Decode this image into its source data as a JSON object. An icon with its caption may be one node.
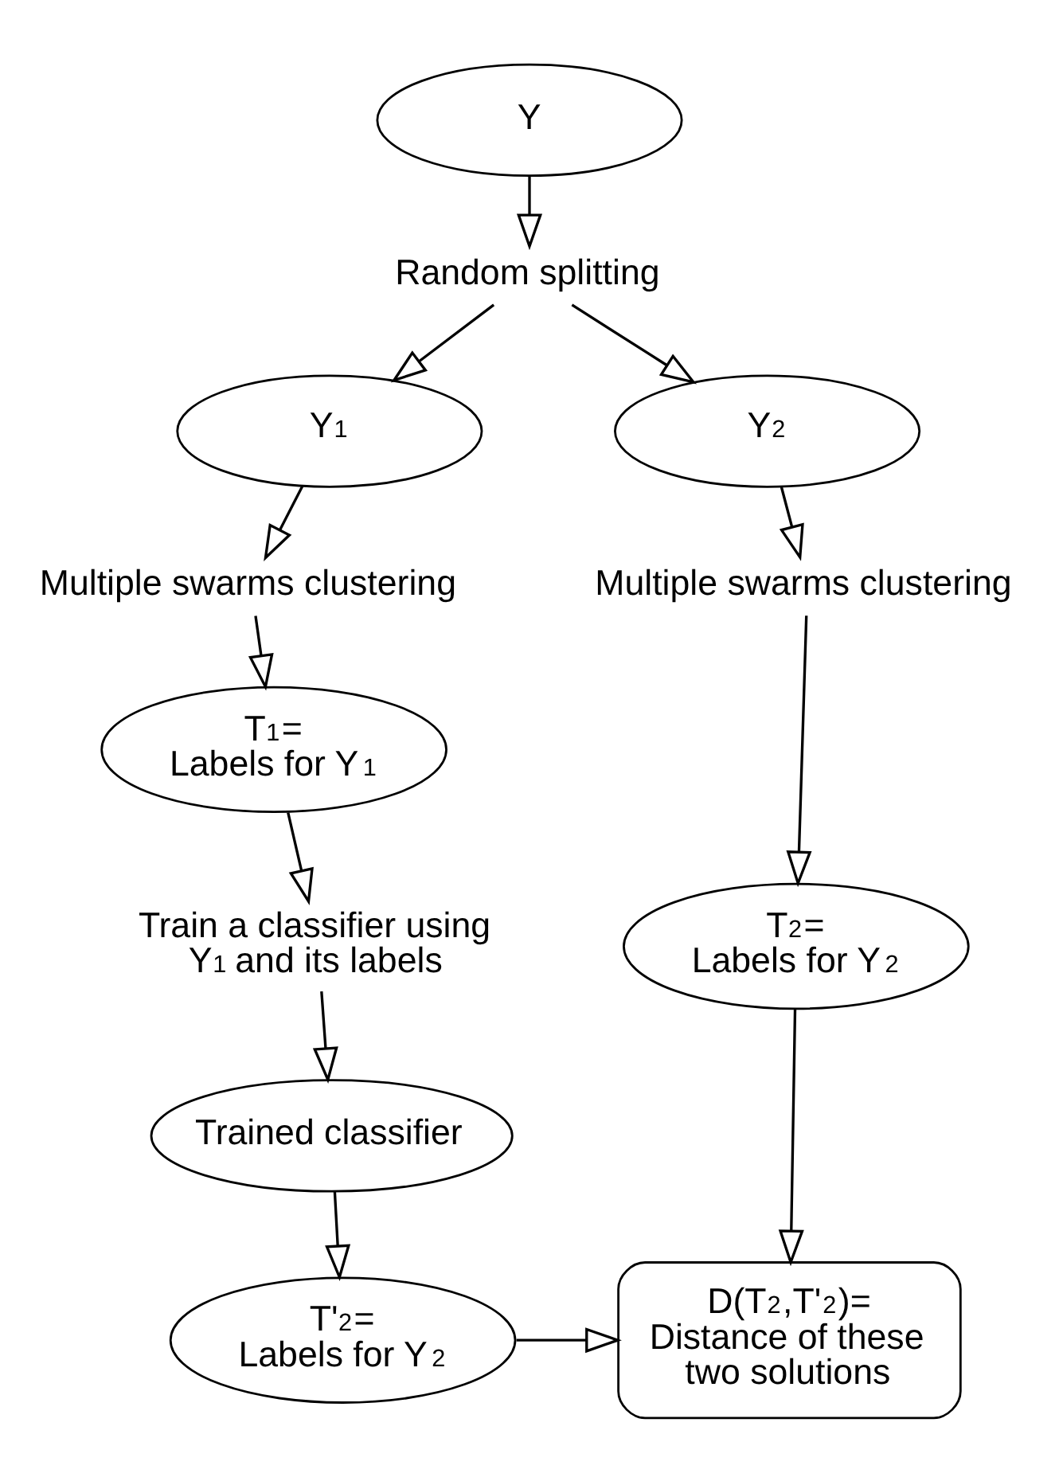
{
  "diagram": {
    "nodes": [
      {
        "text": [
          "Y"
        ]
      },
      {
        "text": [
          "Random splitting"
        ]
      },
      {
        "text": [
          "Y$_{1}$"
        ]
      },
      {
        "text": [
          "Y$_{2}$"
        ]
      },
      {
        "text": [
          "Multiple swarms clustering"
        ]
      },
      {
        "text": [
          "T$_{1}$= Labels for Y$_{1}$"
        ]
      },
      {
        "text": [
          "Multiple swarms clustering"
        ]
      },
      {
        "text": [
          "Train a classifier using Y$_{1}$ and its labels"
        ]
      },
      {
        "text": [
          "T$_{2}$= Labels for Y$_{2}$"
        ]
      },
      {
        "text": [
          "Trained classifier"
        ]
      },
      {
        "text": [
          "D(T$_{2}$,T'$_{2}$)= Distance of these two solutions"
        ]
      },
      {
        "text": [
          "T'$_{2}$= Labels for Y$_{2}$"
        ]
      }
    ],
    "edges": [
      {
        "from": 0,
        "to": 1,
        "arrow": "to"
      },
      {
        "from": 1,
        "to": 2,
        "arrow": "to"
      },
      {
        "from": 1,
        "to": 3,
        "arrow": "to"
      },
      {
        "from": 2,
        "to": 4,
        "arrow": "to"
      },
      {
        "from": 4,
        "to": 5,
        "arrow": "to"
      },
      {
        "from": 5,
        "to": 7,
        "arrow": "to"
      },
      {
        "from": 7,
        "to": 9,
        "arrow": "to"
      },
      {
        "from": 9,
        "to": 11,
        "arrow": "to"
      },
      {
        "from": 11,
        "to": 10,
        "arrow": "to"
      },
      {
        "from": 3,
        "to": 6,
        "arrow": "to"
      },
      {
        "from": 6,
        "to": 8,
        "arrow": "to"
      },
      {
        "from": 8,
        "to": 10,
        "arrow": "to"
      }
    ]
  }
}
